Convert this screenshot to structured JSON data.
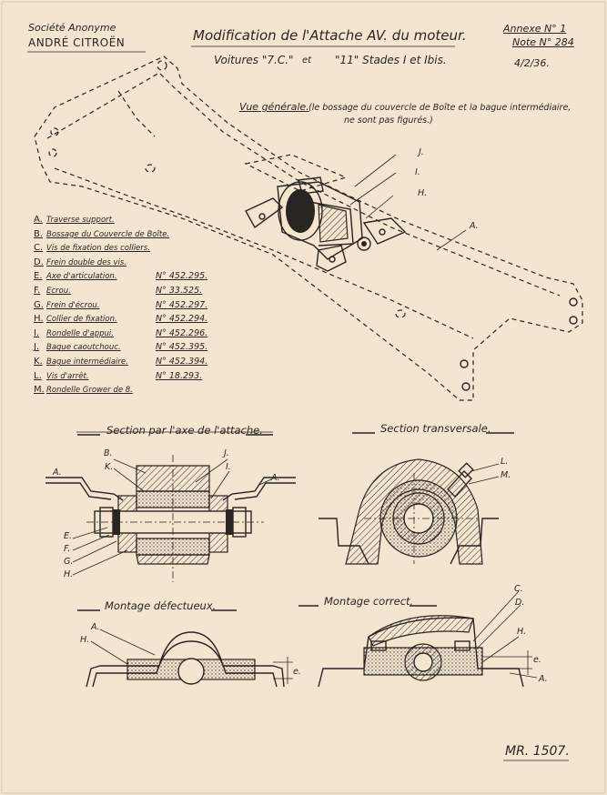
{
  "company": {
    "line1": "Société Anonyme",
    "line2": "ANDRÉ CITROËN"
  },
  "title": "Modification de l'Attache AV. du moteur.",
  "subtitle": {
    "part1": "Voitures \"7.C.\"",
    "part2": "et",
    "part3": "\"11\" Stades I et Ibis."
  },
  "annex": {
    "annexe": "Annexe N° 1",
    "note": "Note N° 284",
    "date": "4/2/36."
  },
  "general_view": {
    "title": "Vue générale.",
    "note_line1": "(le bossage du couvercle de Boîte et la bague intermédiaire,",
    "note_line2": "ne sont pas figurés.)"
  },
  "legend": [
    {
      "letter": "A.",
      "desc": "Traverse support.",
      "number": ""
    },
    {
      "letter": "B.",
      "desc": "Bossage du Couvercle de Boîte.",
      "number": ""
    },
    {
      "letter": "C.",
      "desc": "Vis de fixation des colliers.",
      "number": ""
    },
    {
      "letter": "D.",
      "desc": "Frein double des vis.",
      "number": ""
    },
    {
      "letter": "E.",
      "desc": "Axe d'articulation.",
      "number": "N° 452.295."
    },
    {
      "letter": "F.",
      "desc": "Ecrou.",
      "number": "N° 33.525."
    },
    {
      "letter": "G.",
      "desc": "Frein d'écrou.",
      "number": "N° 452.297."
    },
    {
      "letter": "H.",
      "desc": "Collier de fixation.",
      "number": "N° 452.294."
    },
    {
      "letter": "I.",
      "desc": "Rondelle d'appui.",
      "number": "N° 452.296."
    },
    {
      "letter": "J.",
      "desc": "Bague caoutchouc.",
      "number": "N° 452.395."
    },
    {
      "letter": "K.",
      "desc": "Bague intermédiaire.",
      "number": "N° 452.394."
    },
    {
      "letter": "L.",
      "desc": "Vis d'arrêt.",
      "number": "N° 18.293."
    },
    {
      "letter": "M.",
      "desc": "Rondelle Grower de 8.",
      "number": ""
    }
  ],
  "general_labels": {
    "j": "J.",
    "i": "I.",
    "h": "H.",
    "a": "A."
  },
  "section_axis": {
    "title": "Section par l'axe de l'attache.",
    "labels": {
      "b": "B.",
      "k": "K.",
      "j": "J.",
      "i": "I.",
      "a_left": "A.",
      "a_right": "A.",
      "e": "E.",
      "f": "F.",
      "g": "G.",
      "h": "H."
    }
  },
  "section_trans": {
    "title": "Section transversale.",
    "labels": {
      "l": "L.",
      "m": "M."
    }
  },
  "montage_bad": {
    "title": "Montage défectueux.",
    "labels": {
      "a": "A.",
      "h": "H.",
      "e": "e."
    }
  },
  "montage_good": {
    "title": "Montage correct.",
    "labels": {
      "c": "C.",
      "d": "D.",
      "h": "H.",
      "e": "e.",
      "a": "A."
    }
  },
  "ref": "MR. 1507."
}
